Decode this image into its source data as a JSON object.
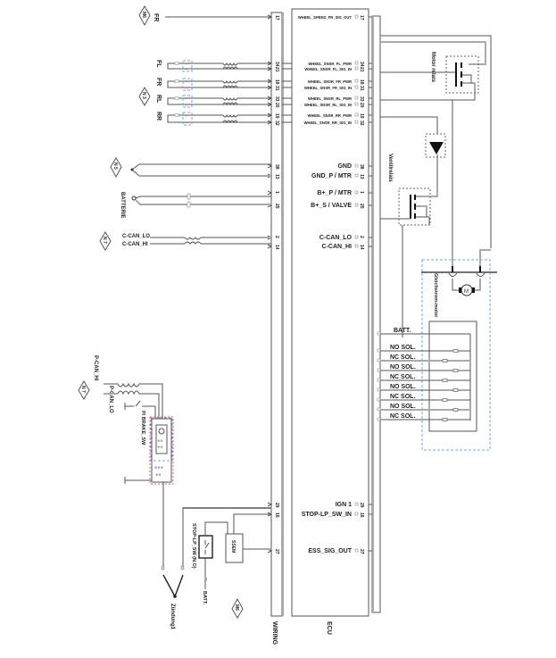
{
  "diagram": {
    "blocks": {
      "wiring_label": "WIRING",
      "ecu_label": "ECU",
      "motor_relay_label": "Motor relais",
      "valve_relay_label": "Ventilrelais",
      "dc_motor_label": "Gleichstrom-motor"
    },
    "connectors": [
      {
        "ref": "M6"
      },
      {
        "ref": "N 3"
      },
      {
        "ref": "N 5"
      },
      {
        "ref": "N 7"
      },
      {
        "ref": "N 7"
      },
      {
        "ref": "M6"
      }
    ],
    "wheel_labels": [
      "FR",
      "FL",
      "FR",
      "RL",
      "RR"
    ],
    "left_labels": {
      "battery": "BATTERIE",
      "c_can_lo": "C-CAN_LO",
      "c_can_hi": "C-CAN_HI",
      "p_can_hi": "P-CAN_HI",
      "p_can_lo": "P-CAN_LO",
      "p_brake_sw": "P/ BRAKE_SW",
      "stop_lp_sw": "STOP-LP_SW (N.O)",
      "batt": "BATT.",
      "ignition": "Zündung1",
      "ssem": "SSEM"
    },
    "ecu_pins": [
      {
        "name": "WHEEL_SPEED_FR_SIG_OUT",
        "pin": "17"
      },
      {
        "name": "WHEEL_SNSR_FL_PWR",
        "pin": "34"
      },
      {
        "name": "WHEEL_SNSR_FL_SIG_IN",
        "pin": "21"
      },
      {
        "name": "WHEEL_SNSR_FR_PWR",
        "pin": "18"
      },
      {
        "name": "WHEEL_SNSR_FR_SIG_IN",
        "pin": "31"
      },
      {
        "name": "WHEEL_SNSR_RL_PWR",
        "pin": "33"
      },
      {
        "name": "WHEEL_SNSR_RL_SIG_IN",
        "pin": "20"
      },
      {
        "name": "WHEEL_SNSR_RR_PWR",
        "pin": "19"
      },
      {
        "name": "WHEEL_SNSR_RR_SIG_IN",
        "pin": "32"
      },
      {
        "name": "GND",
        "pin": "38"
      },
      {
        "name": "GND_P / MTR",
        "pin": "13"
      },
      {
        "name": "B+_P / MTR",
        "pin": "1"
      },
      {
        "name": "B+_S / VALVE",
        "pin": "25"
      },
      {
        "name": "C-CAN_LO",
        "pin": "2"
      },
      {
        "name": "C-CAN_HI",
        "pin": "14"
      },
      {
        "name": "IGN 1",
        "pin": "29"
      },
      {
        "name": "STOP-LP_SW_IN",
        "pin": "16"
      },
      {
        "name": "ESS_SIG_OUT",
        "pin": "27"
      }
    ],
    "valve_block": {
      "batt_label": "BATT.",
      "solenoids": [
        "NO SOL.",
        "NC SOL.",
        "NO SOL.",
        "NC SOL.",
        "NO SOL.",
        "NC SOL.",
        "NO SOL.",
        "NC SOL."
      ]
    }
  }
}
